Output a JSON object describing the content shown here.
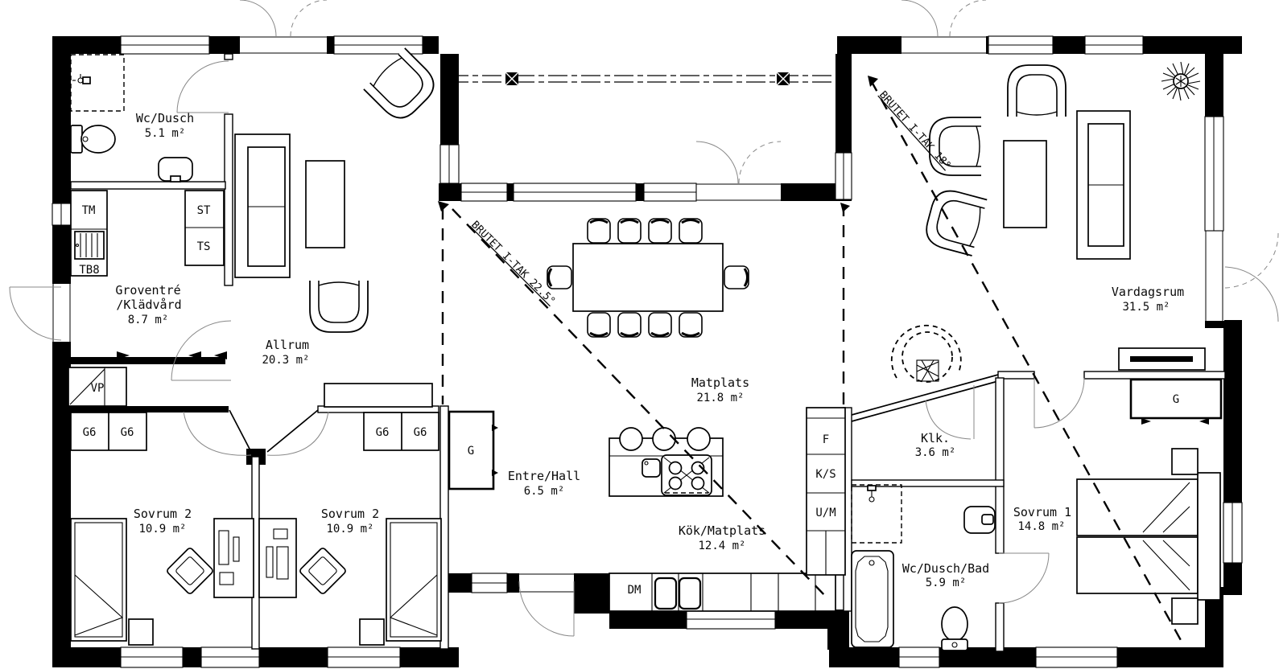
{
  "plan": {
    "rooms": {
      "wc_dusch": {
        "name": "Wc/Dusch",
        "area": "5.1 m²"
      },
      "groventre": {
        "name": "Groventré",
        "name2": "/Klädvård",
        "area": "8.7 m²"
      },
      "allrum": {
        "name": "Allrum",
        "area": "20.3 m²"
      },
      "sovrum2_left": {
        "name": "Sovrum 2",
        "area": "10.9 m²"
      },
      "sovrum2_right": {
        "name": "Sovrum 2",
        "area": "10.9 m²"
      },
      "entre": {
        "name": "Entre/Hall",
        "area": "6.5 m²"
      },
      "matplats": {
        "name": "Matplats",
        "area": "21.8 m²"
      },
      "kok": {
        "name": "Kök/Matplats",
        "area": "12.4 m²"
      },
      "klk": {
        "name": "Klk.",
        "area": "3.6 m²"
      },
      "wc_bad": {
        "name": "Wc/Dusch/Bad",
        "area": "5.9 m²"
      },
      "sovrum1": {
        "name": "Sovrum 1",
        "area": "14.8 m²"
      },
      "vardagsrum": {
        "name": "Vardagsrum",
        "area": "31.5 m²"
      }
    },
    "fixtures": {
      "tm": "TM",
      "tb8": "TB8",
      "st": "ST",
      "ts": "TS",
      "vp": "VP",
      "g6": "G6",
      "g": "G",
      "f": "F",
      "ks": "K/S",
      "um": "U/M",
      "dm": "DM"
    },
    "annotations": {
      "left": "BRUTET I-TAK 22.5°",
      "right": "BRUTET I-TAK 18°"
    },
    "colors": {
      "wall": "#000000",
      "line": "#141414",
      "background": "#ffffff"
    }
  }
}
